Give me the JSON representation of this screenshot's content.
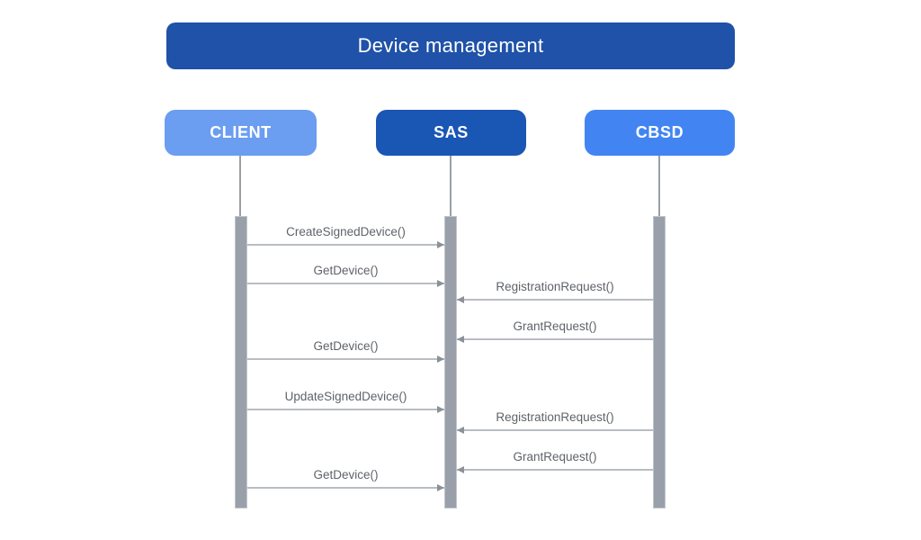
{
  "title": "Device management",
  "actors": [
    {
      "id": "client",
      "label": "CLIENT",
      "color": "#6b9df1"
    },
    {
      "id": "sas",
      "label": "SAS",
      "color": "#1a56b4"
    },
    {
      "id": "cbsd",
      "label": "CBSD",
      "color": "#4285f2"
    }
  ],
  "colors": {
    "title_bg": "#1f52a8",
    "client_bg": "#6b9df1",
    "sas_bg": "#1a56b4",
    "cbsd_bg": "#4285f2",
    "activation_bar": "#9aa0aa",
    "lifeline": "#9aa0a6",
    "arrow_line": "#b9bdc2",
    "arrow_head": "#8b9198",
    "message_text": "#5f6368",
    "actor_text": "#ffffff"
  },
  "messages": [
    {
      "label": "CreateSignedDevice()",
      "from": "CLIENT",
      "to": "SAS",
      "direction": "right"
    },
    {
      "label": "GetDevice()",
      "from": "CLIENT",
      "to": "SAS",
      "direction": "right"
    },
    {
      "label": "RegistrationRequest()",
      "from": "CBSD",
      "to": "SAS",
      "direction": "left"
    },
    {
      "label": "GrantRequest()",
      "from": "CBSD",
      "to": "SAS",
      "direction": "left"
    },
    {
      "label": "GetDevice()",
      "from": "CLIENT",
      "to": "SAS",
      "direction": "right"
    },
    {
      "label": "UpdateSignedDevice()",
      "from": "CLIENT",
      "to": "SAS",
      "direction": "right"
    },
    {
      "label": "RegistrationRequest()",
      "from": "CBSD",
      "to": "SAS",
      "direction": "left"
    },
    {
      "label": "GrantRequest()",
      "from": "CBSD",
      "to": "SAS",
      "direction": "left"
    },
    {
      "label": "GetDevice()",
      "from": "CLIENT",
      "to": "SAS",
      "direction": "right"
    }
  ]
}
